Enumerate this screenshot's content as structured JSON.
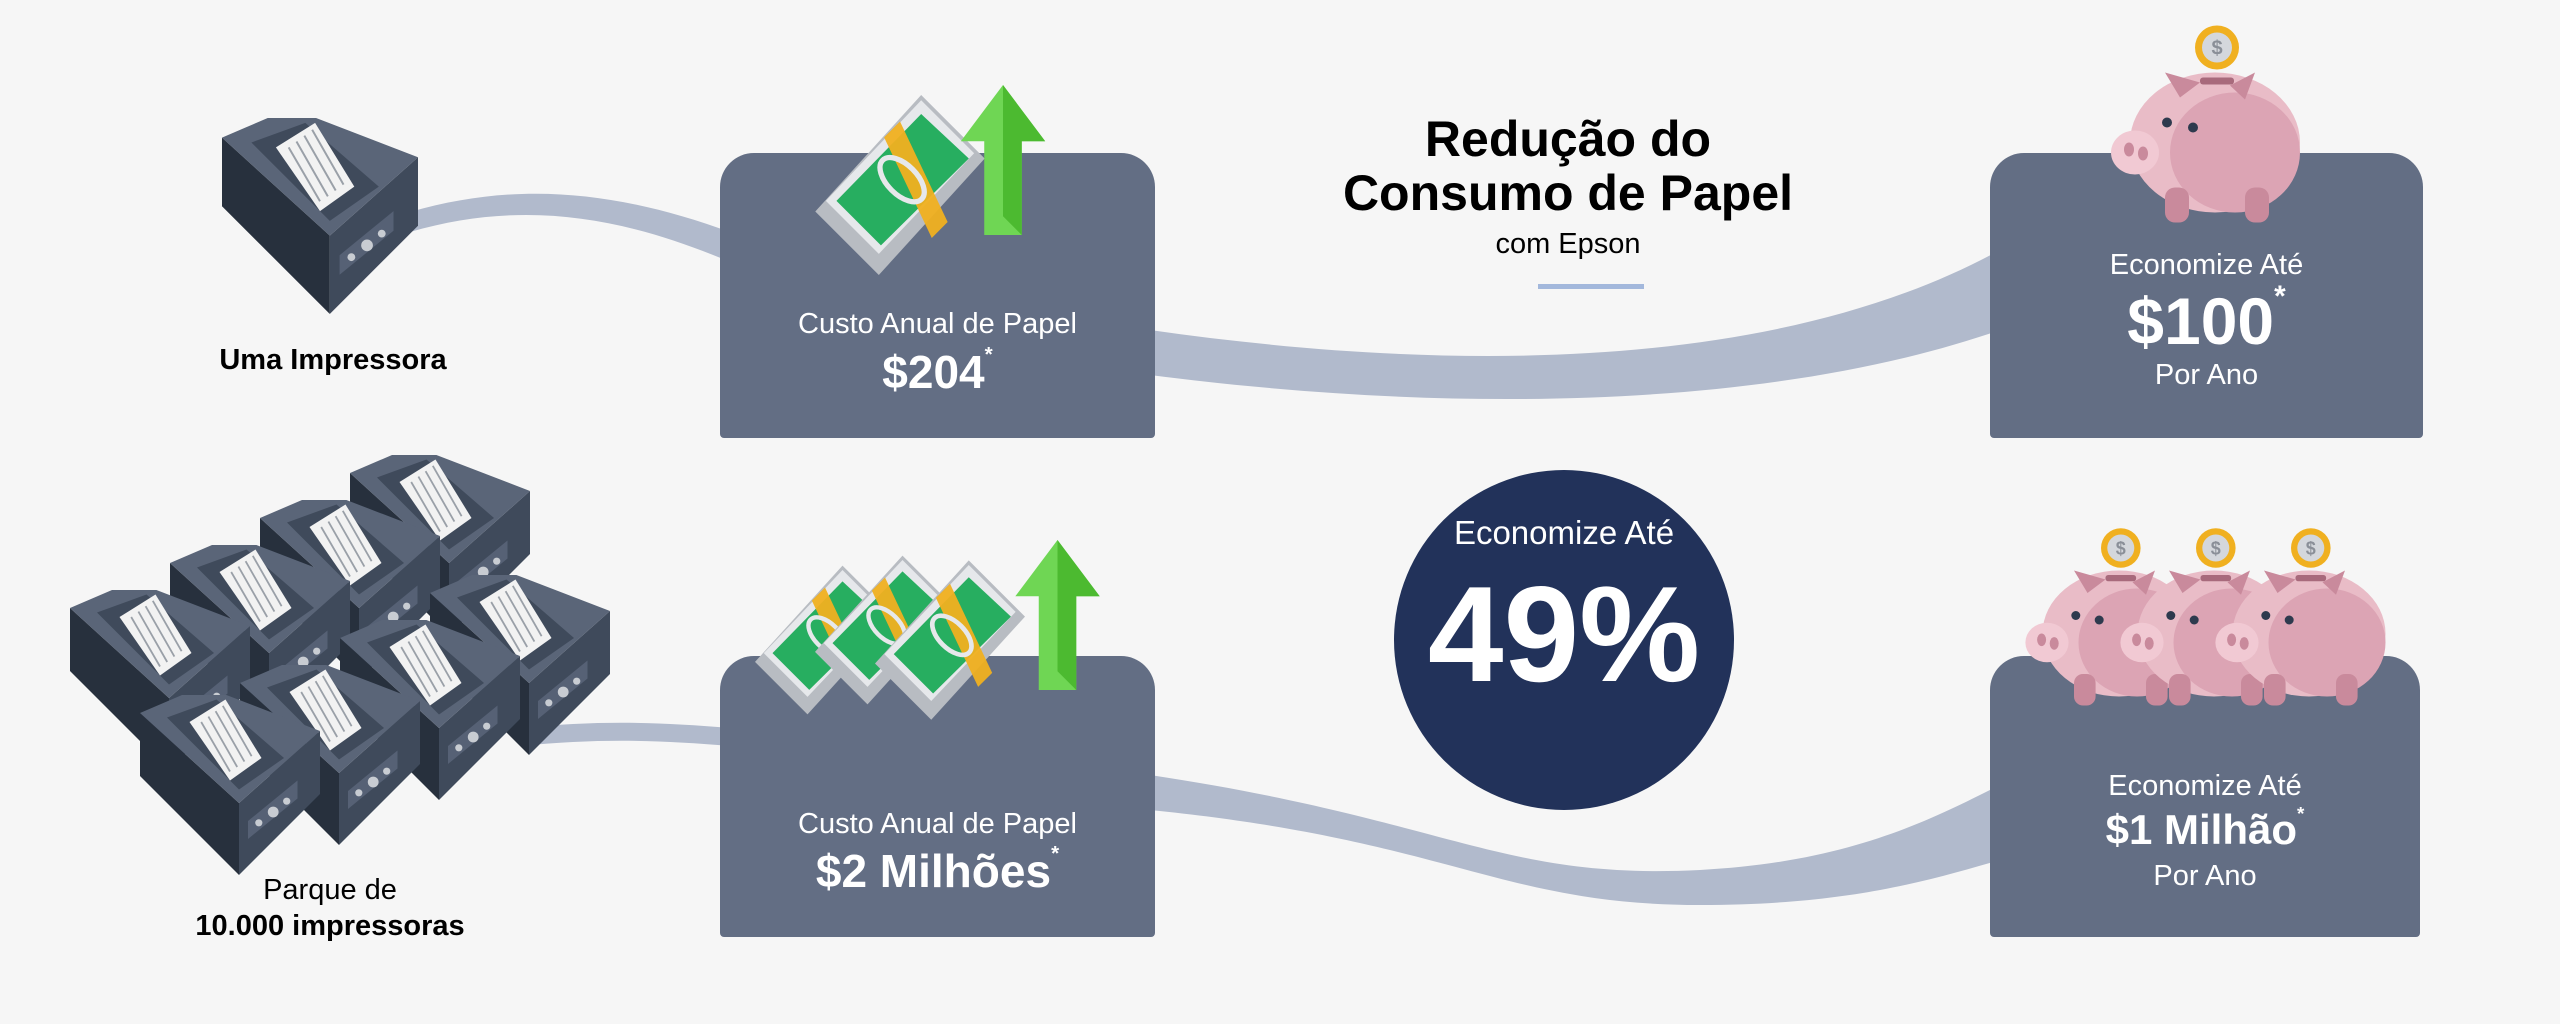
{
  "title": {
    "line1": "Redução do",
    "line2": "Consumo de Papel",
    "subtitle": "com Epson"
  },
  "row1": {
    "source_label": "Uma Impressora",
    "cost_card": {
      "label": "Custo Anual de Papel",
      "value": "$204",
      "footnote": "*"
    },
    "savings_card": {
      "label": "Economize Até",
      "value": "$100",
      "footnote": "*",
      "period": "Por Ano"
    }
  },
  "row2": {
    "source_label_line1": "Parque de",
    "source_label_line2": "10.000 impressoras",
    "cost_card": {
      "label": "Custo Anual de Papel",
      "value": "$2 Milhões",
      "footnote": "*"
    },
    "savings_card": {
      "label": "Economize Até",
      "value": "$1 Milhão",
      "footnote": "*",
      "period": "Por Ano"
    }
  },
  "center_badge": {
    "label": "Economize Até",
    "value": "49%"
  },
  "colors": {
    "background": "#f6f6f6",
    "card": "#636e84",
    "badge": "#22325a",
    "connector": "#b1bacc",
    "accent_line": "#a3b8dc"
  }
}
